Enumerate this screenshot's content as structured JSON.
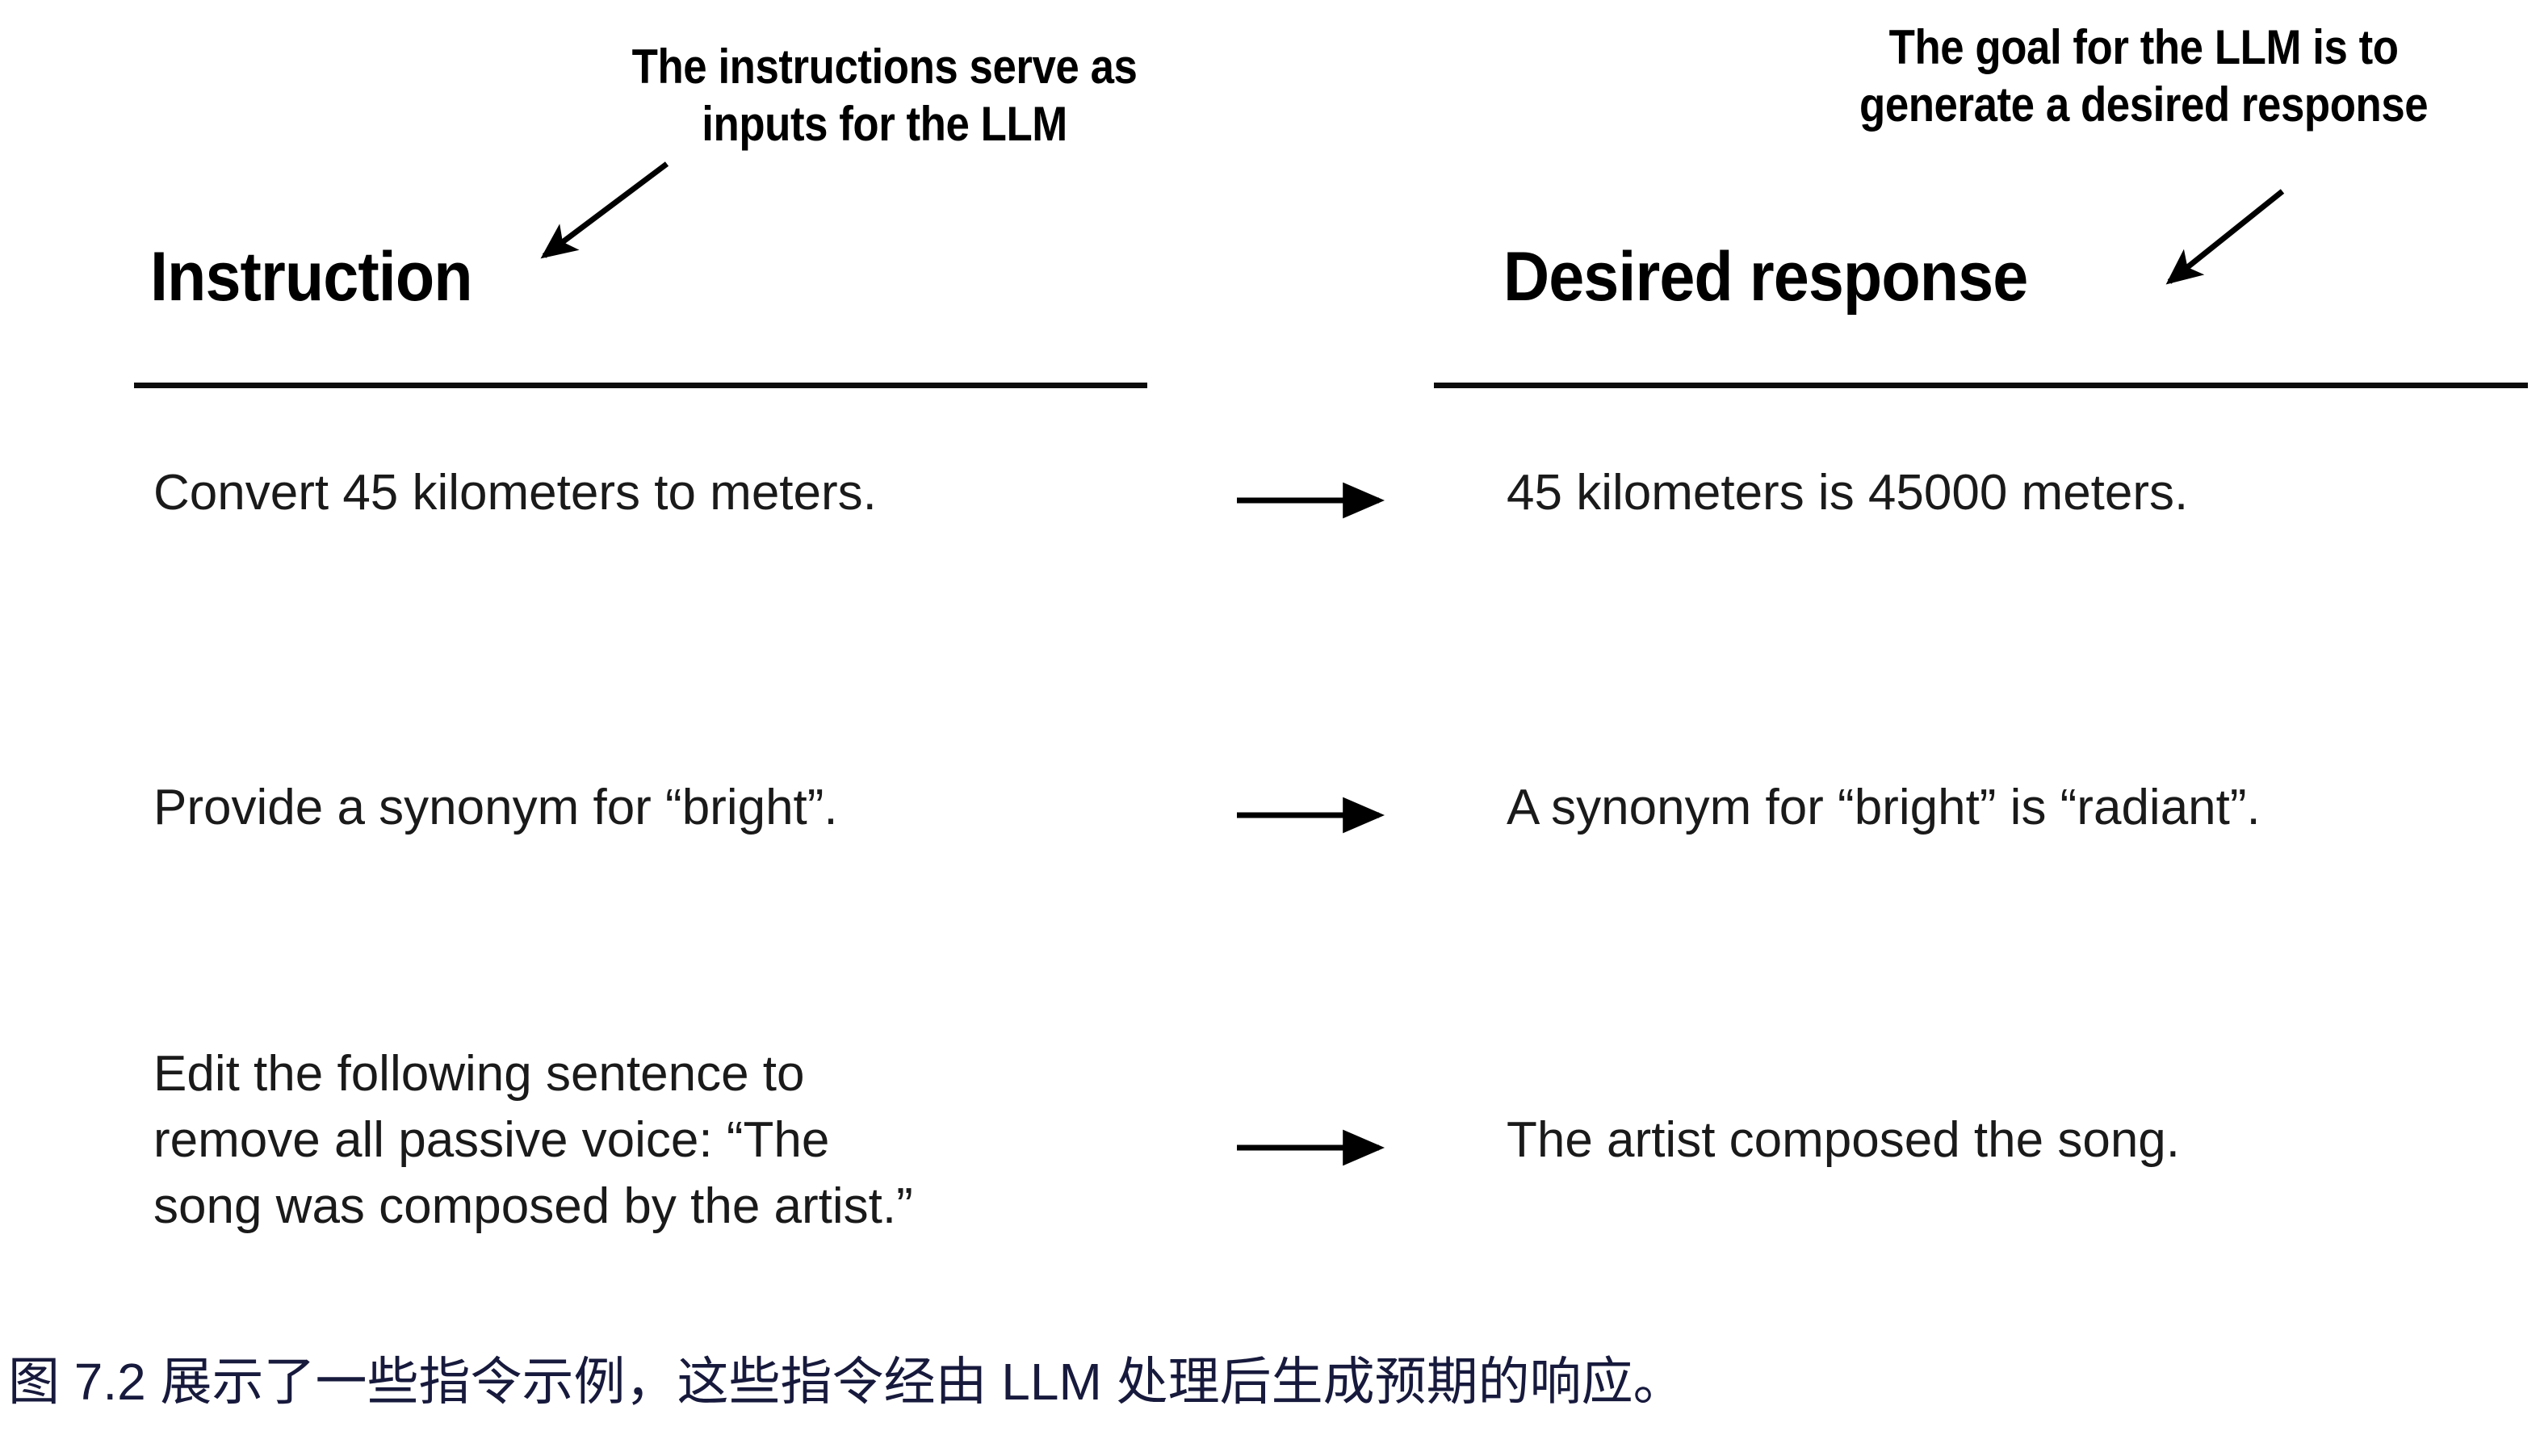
{
  "figure": {
    "annotations": {
      "left": {
        "name": "instruction-callout",
        "lines": [
          "The instructions serve as",
          "inputs for the LLM"
        ]
      },
      "right": {
        "name": "response-callout",
        "lines": [
          "The goal for the LLM is to",
          "generate a desired response"
        ]
      }
    },
    "columns": {
      "left_header": "Instruction",
      "right_header": "Desired response"
    },
    "rows": [
      {
        "instruction": "Convert 45 kilometers to meters.",
        "response": "45 kilometers is 45000 meters.",
        "arrow": "right-arrow"
      },
      {
        "instruction": "Provide a synonym for “bright”.",
        "response": "A synonym for “bright” is “radiant”.",
        "arrow": "right-arrow"
      },
      {
        "instruction": "Edit the following sentence to\nremove all passive voice: “The\nsong was composed by the artist.”",
        "response": "The artist composed the song.",
        "arrow": "right-arrow"
      }
    ],
    "caption": "图 7.2 展示了一些指令示例，这些指令经由 LLM 处理后生成预期的响应。",
    "colors": {
      "ink": "#000000",
      "body_text": "#1a1a1a",
      "rule": "#0d0d0d",
      "caption": "#171a3c",
      "background": "#ffffff"
    }
  }
}
